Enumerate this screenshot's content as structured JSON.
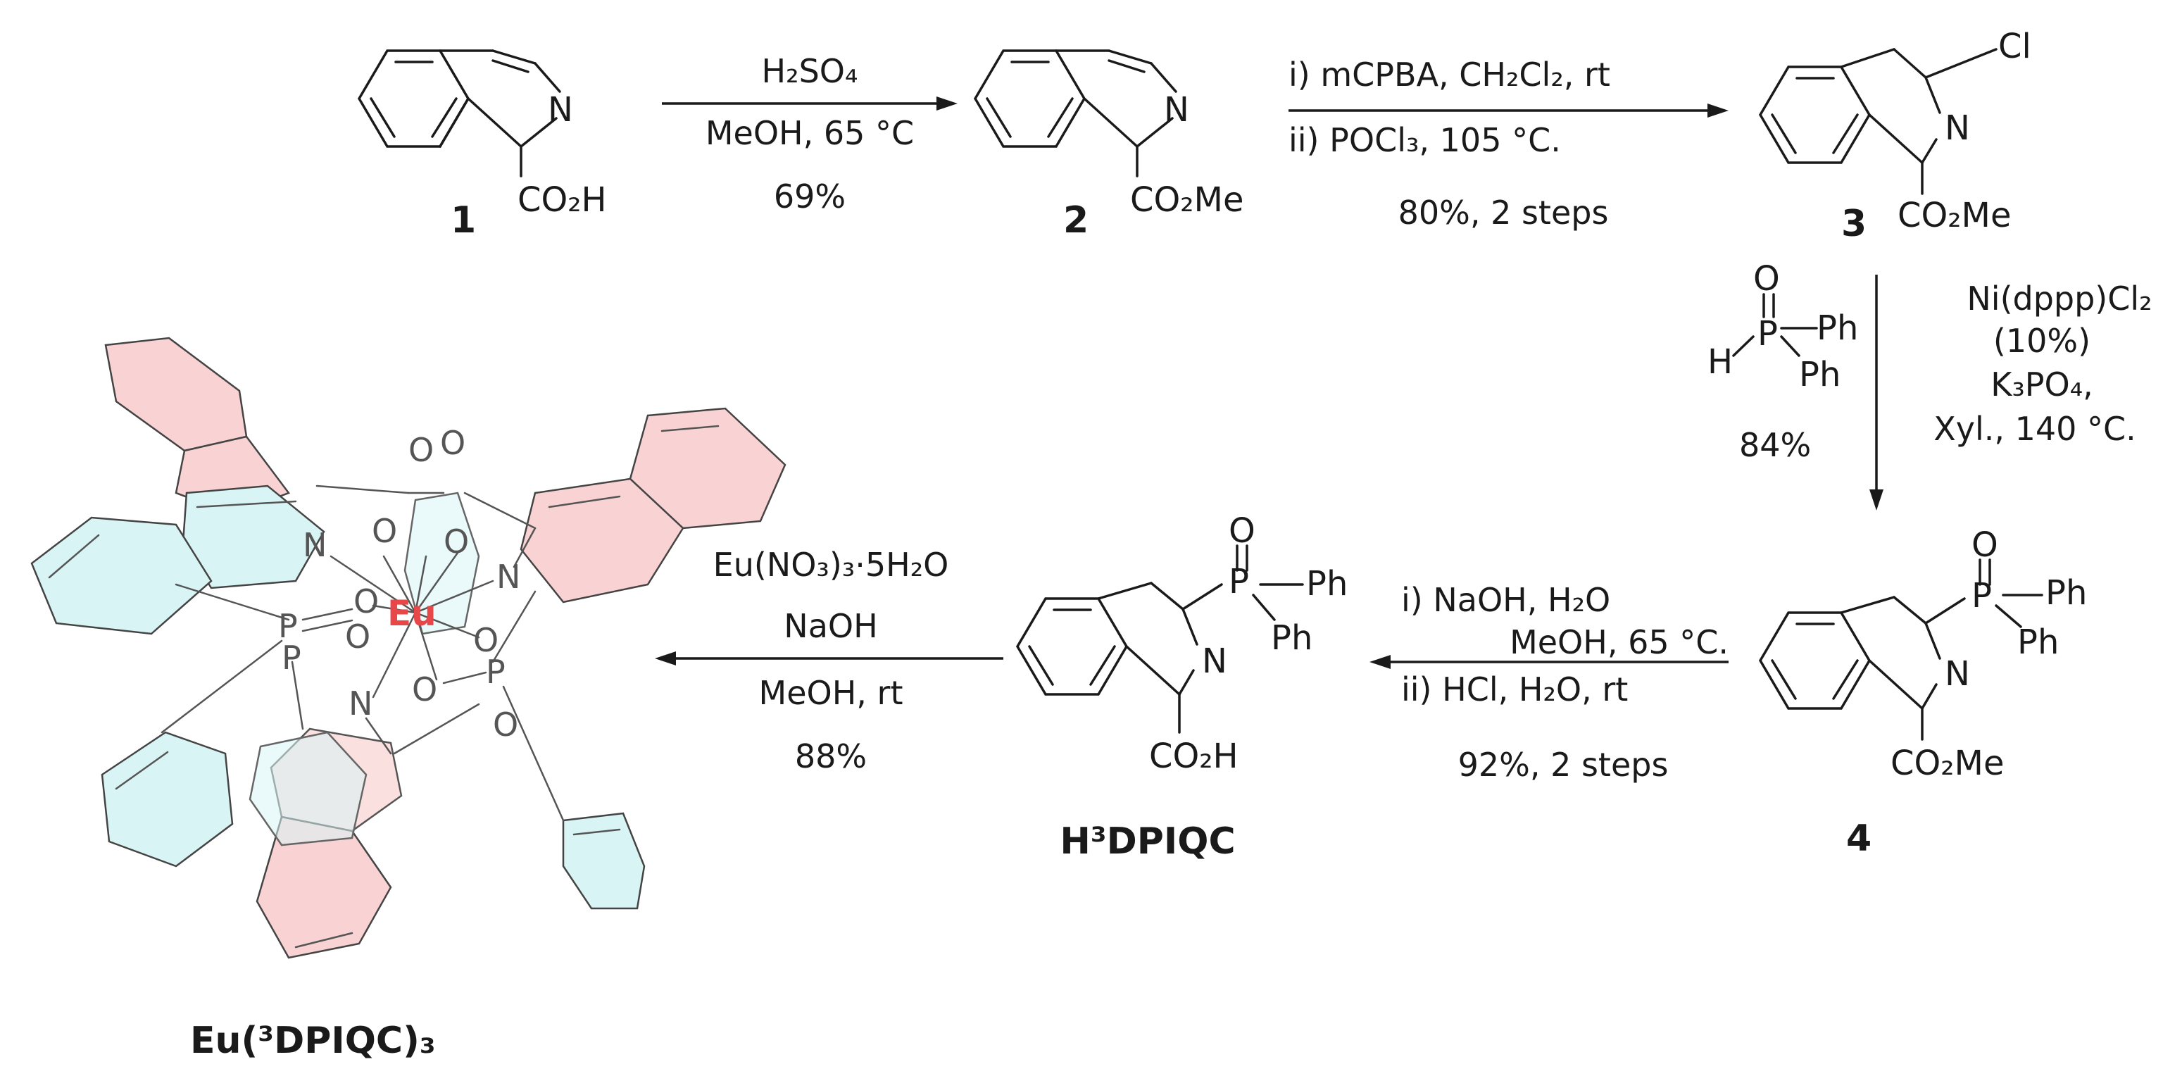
{
  "compounds": {
    "c1": {
      "number": "1",
      "substituent": "CO₂H",
      "ring_atom": "N"
    },
    "c2": {
      "number": "2",
      "substituent": "CO₂Me",
      "ring_atom": "N"
    },
    "c3": {
      "number": "3",
      "substituent": "CO₂Me",
      "ring_atom": "N",
      "halogen": "Cl"
    },
    "c4": {
      "number": "4",
      "substituent": "CO₂Me",
      "ring_atom": "N",
      "phosphoryl_O": "O",
      "phosphorus": "P",
      "ph1": "Ph",
      "ph2": "Ph"
    },
    "ligand": {
      "name": "H³DPIQC",
      "substituent": "CO₂H",
      "ring_atom": "N",
      "phosphoryl_O": "O",
      "phosphorus": "P",
      "ph1": "Ph",
      "ph2": "Ph"
    },
    "complex": {
      "name": "Eu(³DPIQC)₃",
      "metal": "Eu"
    }
  },
  "steps": {
    "s1": {
      "line1": "H₂SO₄",
      "line2": "MeOH, 65 °C",
      "yield": "69%"
    },
    "s2": {
      "line1": "i) mCPBA, CH₂Cl₂, rt",
      "line2": "ii) POCl₃, 105 °C.",
      "yield": "80%, 2 steps"
    },
    "s3": {
      "reagent": {
        "O": "O",
        "H": "H",
        "P": "P",
        "ph1": "Ph",
        "ph2": "Ph"
      },
      "yield": "84%",
      "line1": "Ni(dppp)Cl₂",
      "line2": "(10%)",
      "line3": "K₃PO₄,",
      "line4": "Xyl., 140 °C."
    },
    "s4": {
      "line1": "i) NaOH, H₂O",
      "line2": "MeOH, 65 °C.",
      "line3": "ii) HCl, H₂O, rt",
      "yield": "92%, 2 steps"
    },
    "s5": {
      "line1": "Eu(NO₃)₃·5H₂O",
      "line2": "NaOH",
      "line3": "MeOH, rt",
      "yield": "88%"
    }
  },
  "complex_atoms": {
    "N": "N",
    "O": "O",
    "P": "P"
  }
}
